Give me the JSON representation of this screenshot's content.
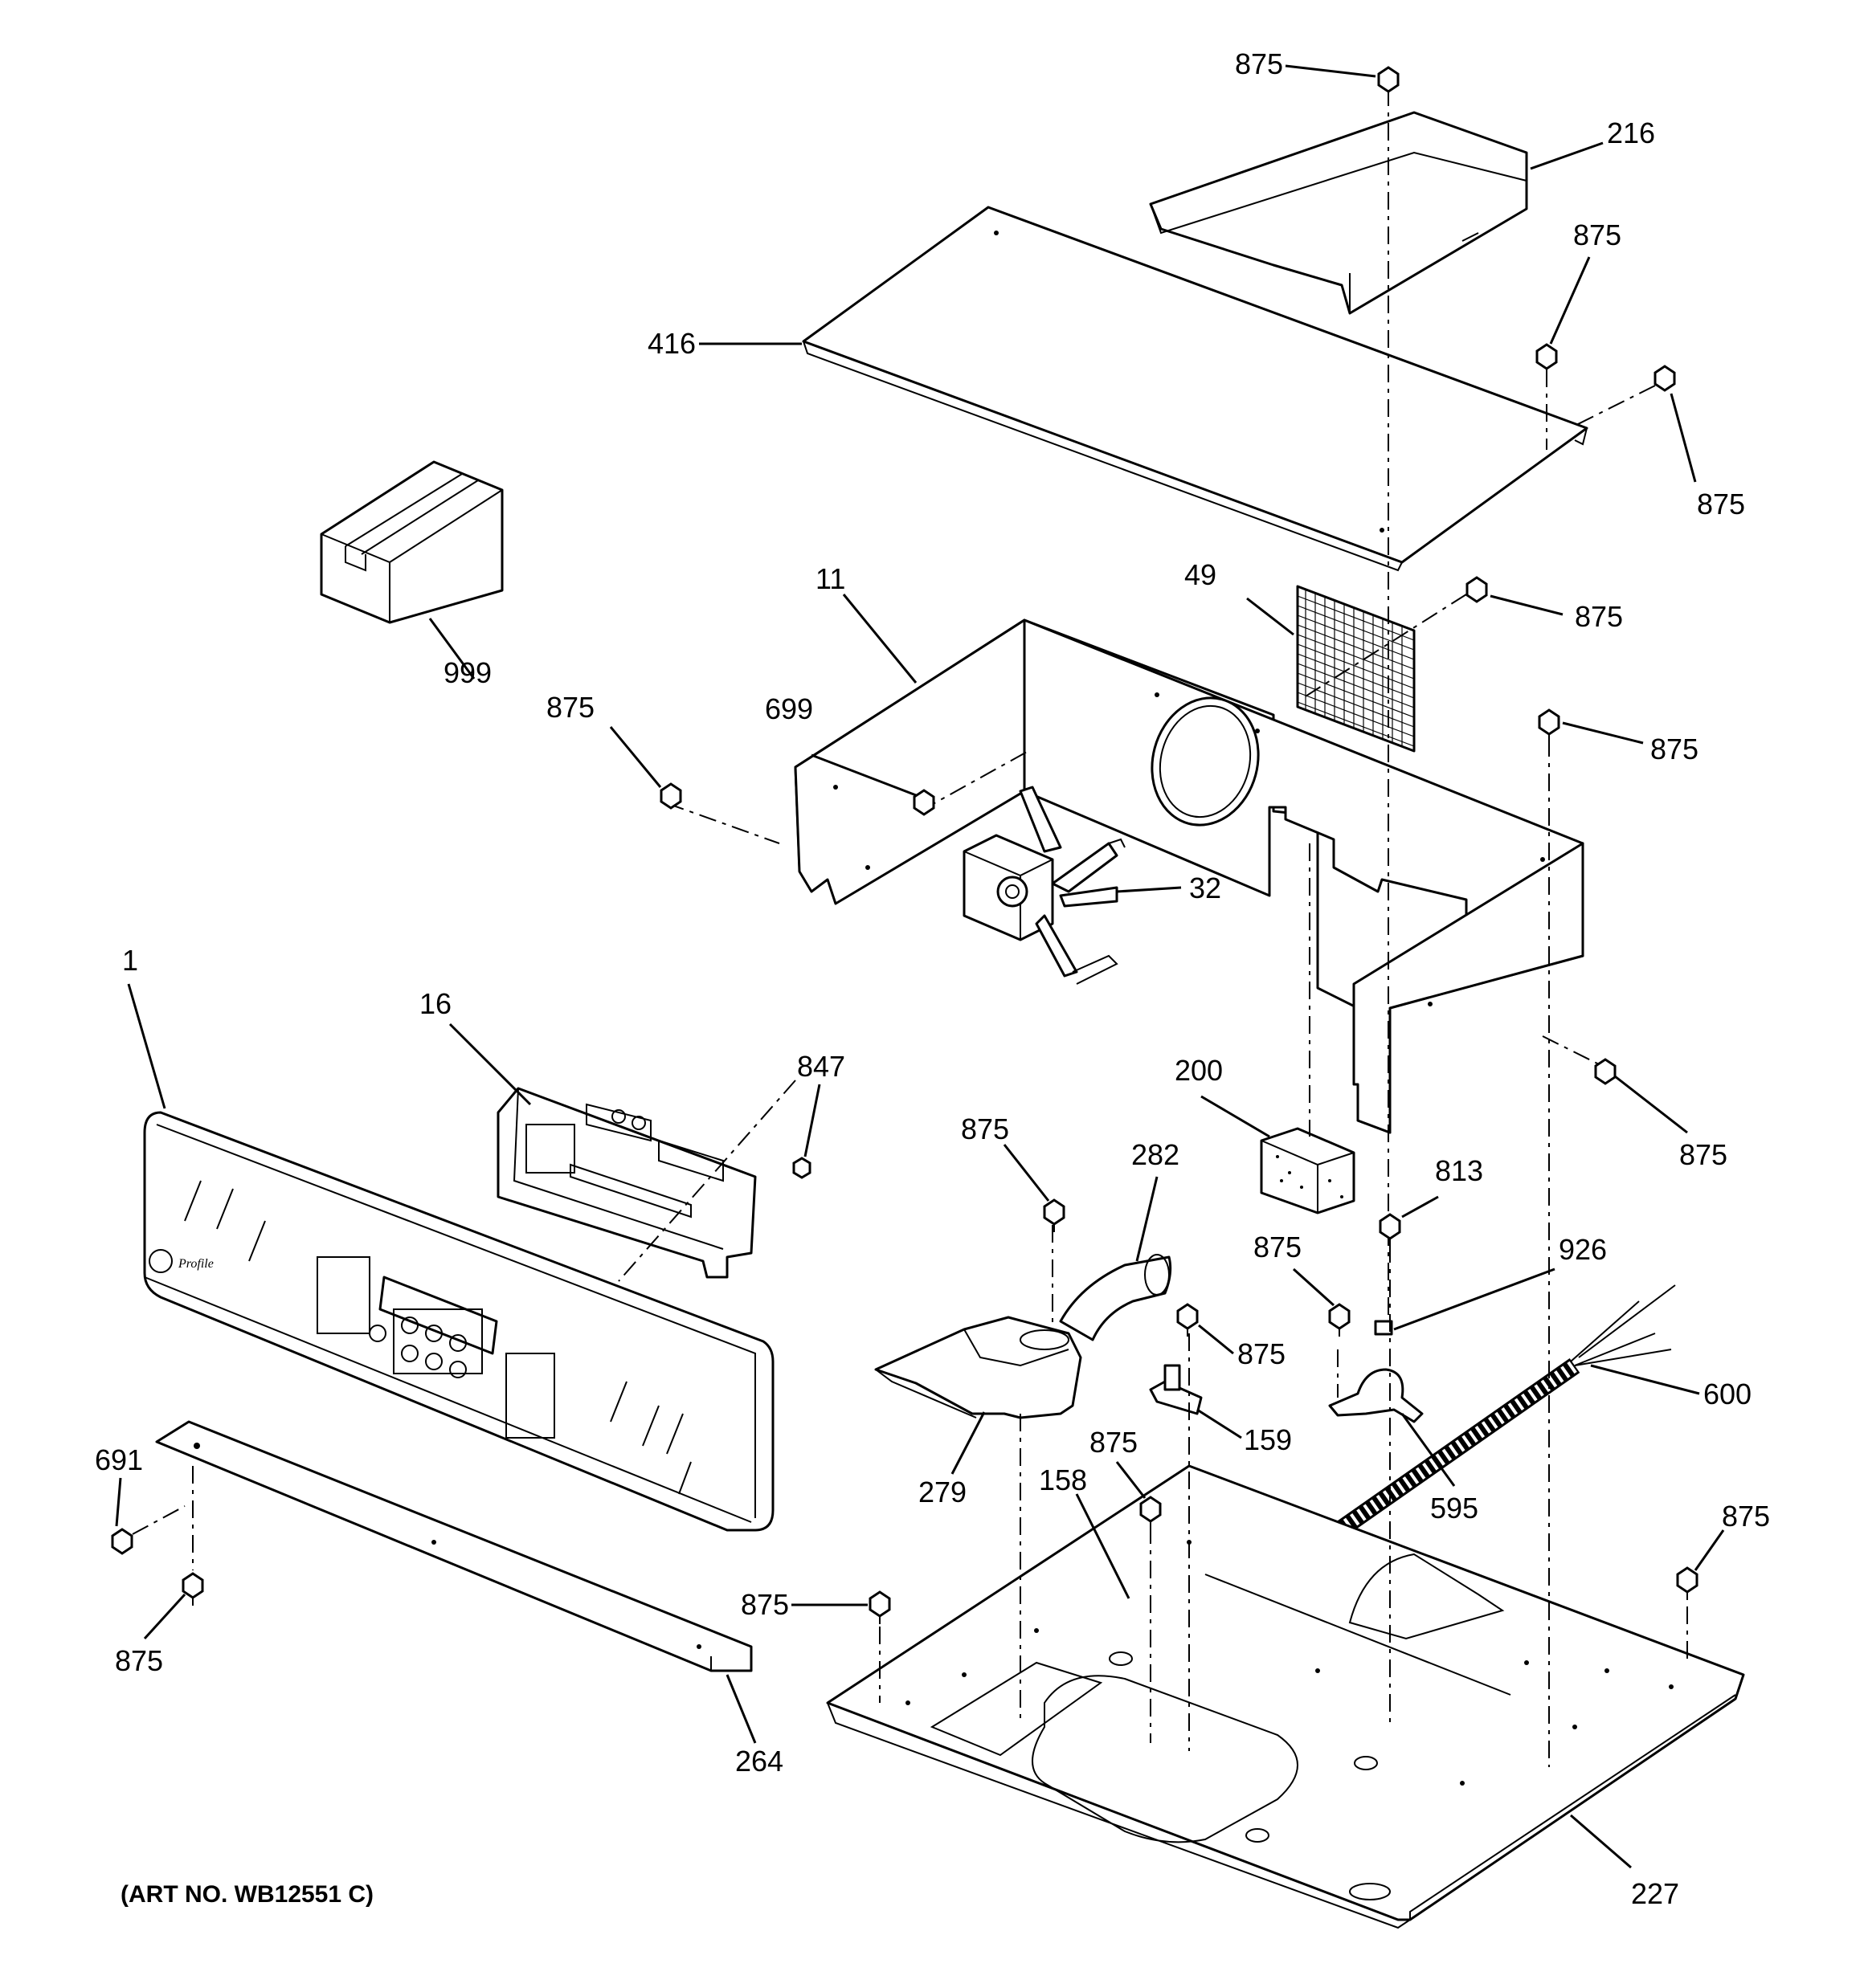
{
  "diagram": {
    "art_number": "(ART NO. WB12551 C)",
    "callouts": [
      {
        "key": "c875a",
        "label": "875"
      },
      {
        "key": "c216",
        "label": "216"
      },
      {
        "key": "c875b",
        "label": "875"
      },
      {
        "key": "c416",
        "label": "416"
      },
      {
        "key": "c875c",
        "label": "875"
      },
      {
        "key": "c999",
        "label": "999"
      },
      {
        "key": "c11",
        "label": "11"
      },
      {
        "key": "c49",
        "label": "49"
      },
      {
        "key": "c875d",
        "label": "875"
      },
      {
        "key": "c875e",
        "label": "875"
      },
      {
        "key": "c699",
        "label": "699"
      },
      {
        "key": "c875f",
        "label": "875"
      },
      {
        "key": "c32",
        "label": "32"
      },
      {
        "key": "c1",
        "label": "1"
      },
      {
        "key": "c16",
        "label": "16"
      },
      {
        "key": "c847",
        "label": "847"
      },
      {
        "key": "c200",
        "label": "200"
      },
      {
        "key": "c875g",
        "label": "875"
      },
      {
        "key": "c875h",
        "label": "875"
      },
      {
        "key": "c282",
        "label": "282"
      },
      {
        "key": "c813",
        "label": "813"
      },
      {
        "key": "c875i",
        "label": "875"
      },
      {
        "key": "c926",
        "label": "926"
      },
      {
        "key": "c875j",
        "label": "875"
      },
      {
        "key": "c600",
        "label": "600"
      },
      {
        "key": "c159",
        "label": "159"
      },
      {
        "key": "c691",
        "label": "691"
      },
      {
        "key": "c279",
        "label": "279"
      },
      {
        "key": "c875k",
        "label": "875"
      },
      {
        "key": "c595",
        "label": "595"
      },
      {
        "key": "c158",
        "label": "158"
      },
      {
        "key": "c875l",
        "label": "875"
      },
      {
        "key": "c875m",
        "label": "875"
      },
      {
        "key": "c875n",
        "label": "875"
      },
      {
        "key": "c264",
        "label": "264"
      },
      {
        "key": "c227",
        "label": "227"
      }
    ]
  }
}
